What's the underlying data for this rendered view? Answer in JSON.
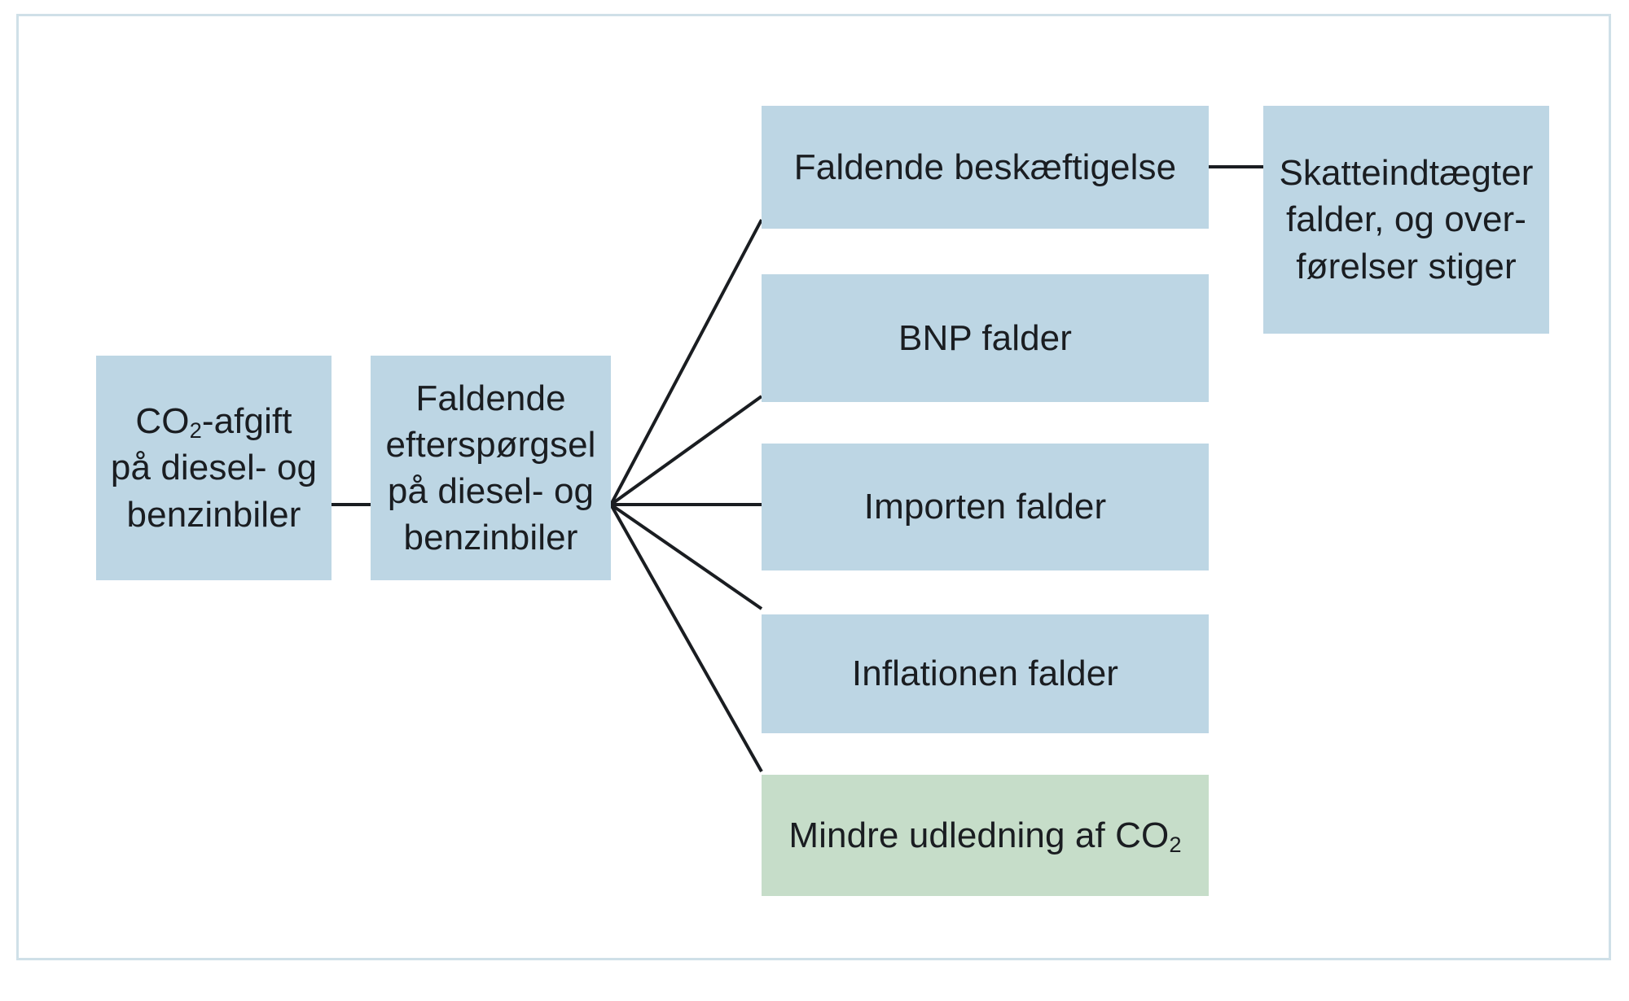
{
  "diagram": {
    "type": "flow-diagram",
    "language": "da",
    "colors": {
      "node_blue": "#bdd6e4",
      "node_green": "#c6ddc9",
      "frame_border": "#cfe0e8",
      "connector": "#1a1d21",
      "text": "#1a1d21"
    },
    "nodes": [
      {
        "id": "co2-afgift",
        "label": "CO2-afgift på diesel- og benzinbiler",
        "lines": [
          "CO₂-afgift",
          "på diesel- og",
          "benzinbiler"
        ],
        "color": "blue",
        "column": 1
      },
      {
        "id": "faldende-eftersporgsel",
        "label": "Faldende efterspørgsel på diesel- og benzinbiler",
        "lines": [
          "Faldende",
          "efterspørgsel",
          "på diesel- og",
          "benzinbiler"
        ],
        "color": "blue",
        "column": 2
      },
      {
        "id": "faldende-beskaeftigelse",
        "label": "Faldende beskæftigelse",
        "lines": [
          "Faldende beskæftigelse"
        ],
        "color": "blue",
        "column": 3
      },
      {
        "id": "bnp-falder",
        "label": "BNP falder",
        "lines": [
          "BNP falder"
        ],
        "color": "blue",
        "column": 3
      },
      {
        "id": "importen-falder",
        "label": "Importen falder",
        "lines": [
          "Importen falder"
        ],
        "color": "blue",
        "column": 3
      },
      {
        "id": "inflationen-falder",
        "label": "Inflationen falder",
        "lines": [
          "Inflationen falder"
        ],
        "color": "blue",
        "column": 3
      },
      {
        "id": "mindre-udledning",
        "label": "Mindre udledning af CO2",
        "lines": [
          "Mindre udledning af CO₂"
        ],
        "color": "green",
        "column": 3
      },
      {
        "id": "skatteindtaegter",
        "label": "Skatteindtægter falder, og overførelser stiger",
        "lines": [
          "Skatteindtægter",
          "falder, og over-",
          "førelser stiger"
        ],
        "color": "blue",
        "column": 4
      }
    ],
    "edges": [
      {
        "from": "co2-afgift",
        "to": "faldende-eftersporgsel",
        "style": "straight"
      },
      {
        "from": "faldende-eftersporgsel",
        "to": "faldende-beskaeftigelse",
        "style": "fan"
      },
      {
        "from": "faldende-eftersporgsel",
        "to": "bnp-falder",
        "style": "fan"
      },
      {
        "from": "faldende-eftersporgsel",
        "to": "importen-falder",
        "style": "fan"
      },
      {
        "from": "faldende-eftersporgsel",
        "to": "inflationen-falder",
        "style": "fan"
      },
      {
        "from": "faldende-eftersporgsel",
        "to": "mindre-udledning",
        "style": "fan"
      },
      {
        "from": "faldende-beskaeftigelse",
        "to": "skatteindtaegter",
        "style": "straight"
      }
    ]
  }
}
